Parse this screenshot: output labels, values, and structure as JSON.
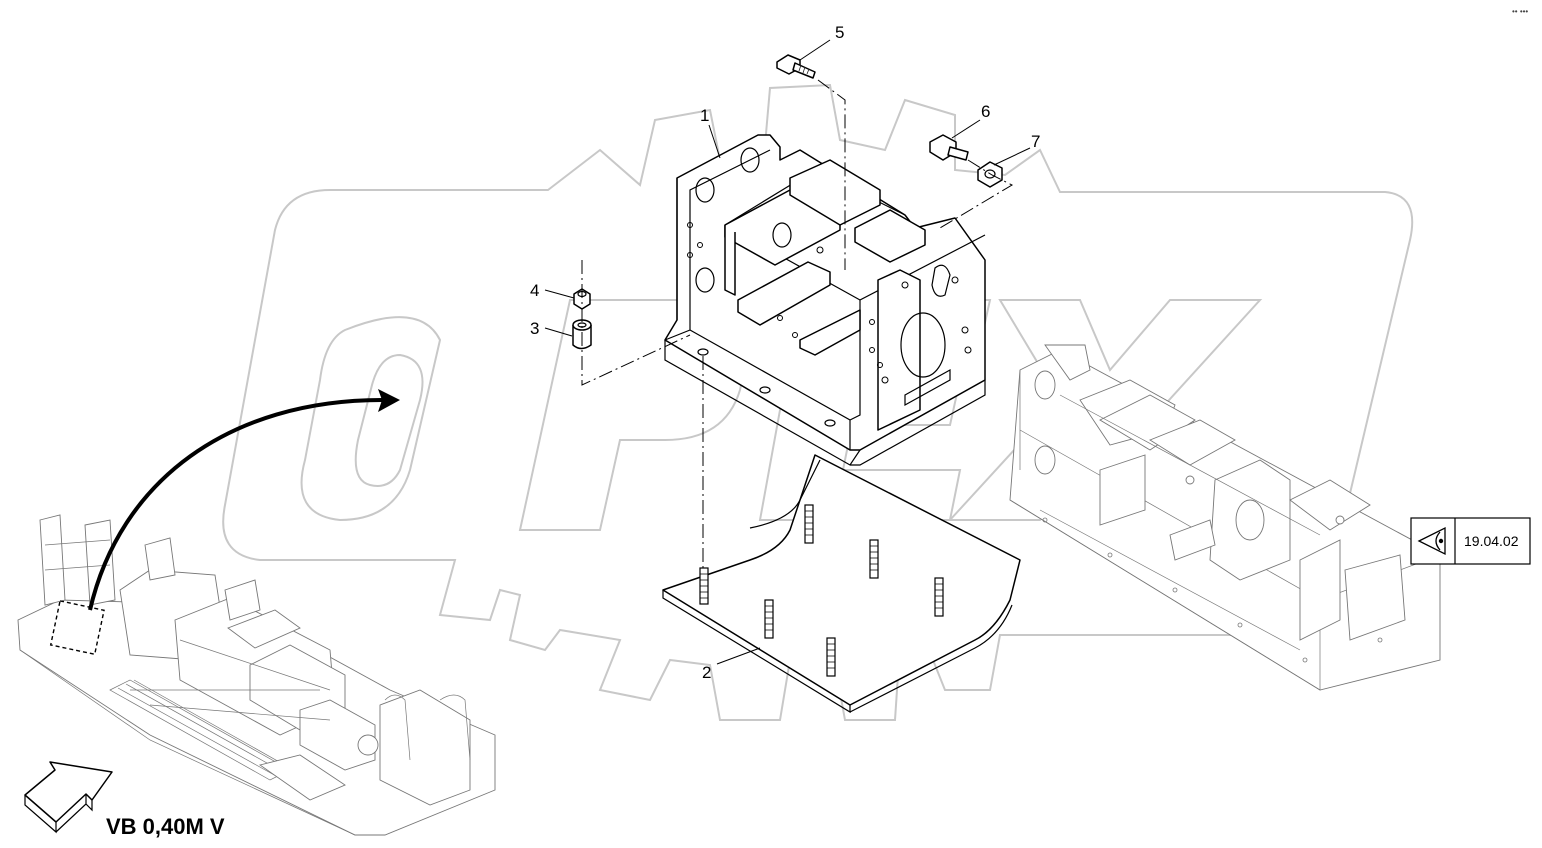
{
  "corner_mark": "•• •••",
  "watermark": {
    "text": "OPEX"
  },
  "callouts": [
    {
      "id": "1",
      "label": "1"
    },
    {
      "id": "2",
      "label": "2"
    },
    {
      "id": "3",
      "label": "3"
    },
    {
      "id": "4",
      "label": "4"
    },
    {
      "id": "5",
      "label": "5"
    },
    {
      "id": "6",
      "label": "6"
    },
    {
      "id": "7",
      "label": "7"
    }
  ],
  "view_label": "VB 0,40M V",
  "reference": {
    "icon": "eye-icon",
    "code": "19.04.02"
  },
  "colors": {
    "line": "#000000",
    "watermark": "#c8c8c8",
    "background": "#ffffff"
  }
}
